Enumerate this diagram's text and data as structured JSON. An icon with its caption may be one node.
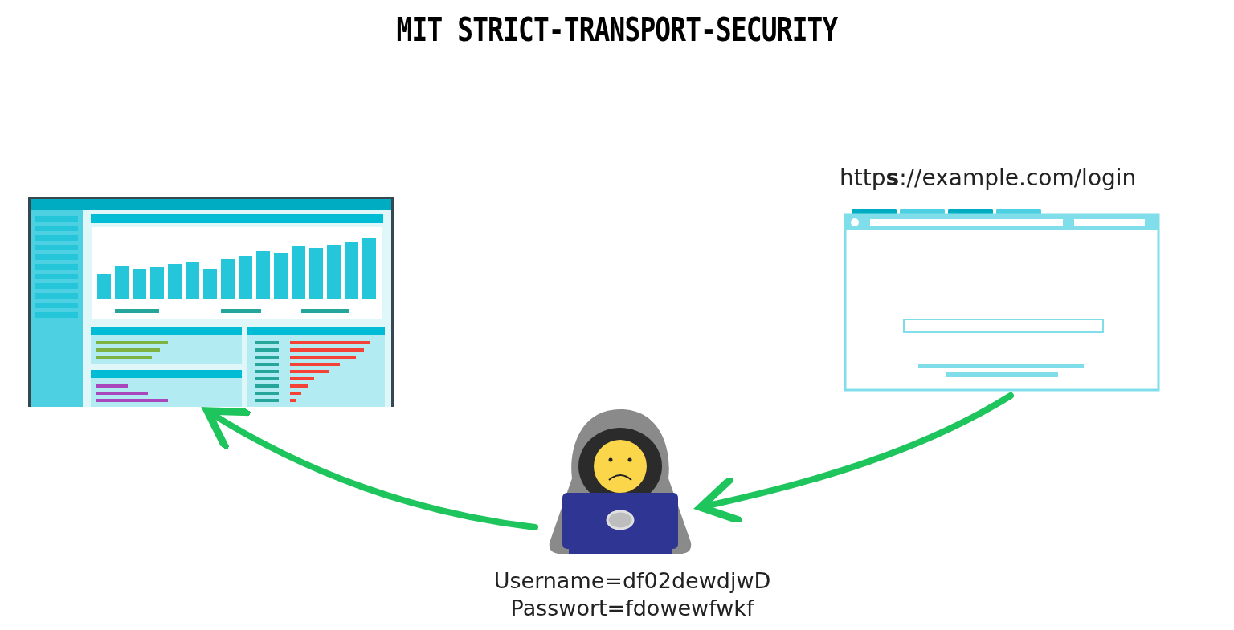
{
  "diagram": {
    "title": "MIT STRICT-TRANSPORT-SECURITY",
    "nodes": [
      {
        "text": [],
        "shape": "picture"
      },
      {
        "text": [
          "http**s**://example.com/login"
        ]
      },
      {
        "text": [],
        "shape": "picture",
        "beside": [
          "Username=df02dewdjwD",
          "Passwort=fdowewfwkf"
        ]
      }
    ],
    "edges": [
      {
        "from": 1,
        "to": 2,
        "arrow": "to"
      },
      {
        "from": 2,
        "to": 0,
        "arrow": "to"
      }
    ]
  }
}
